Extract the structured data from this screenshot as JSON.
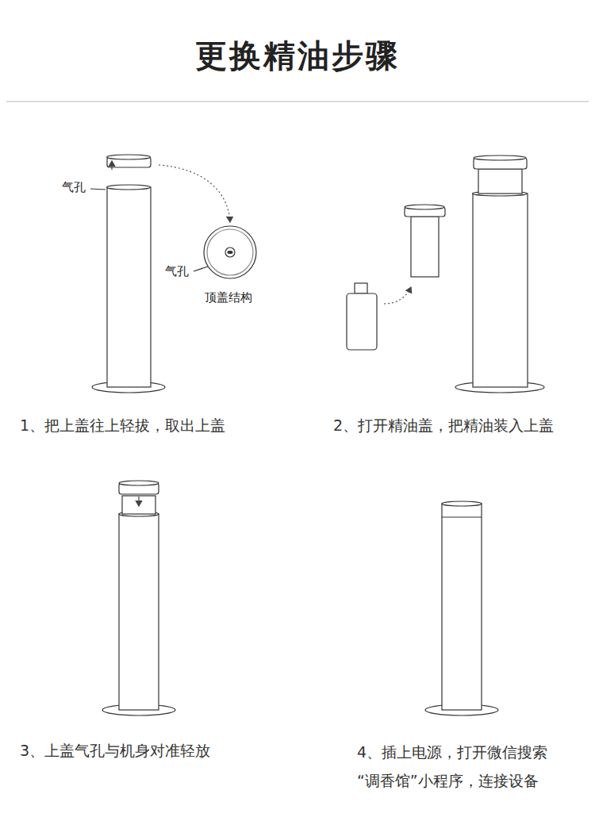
{
  "diagram": {
    "title": "更换精油步骤",
    "labels": [
      "气孔",
      "气孔",
      "顶盖结构",
      "1、把上盖往上轻拔，取出上盖",
      "2、打开精油盖，把精油装入上盖",
      "3、上盖气孔与机身对准轻放",
      "4、插上电源，打开微信搜索 “调香馆”小程序，连接设备"
    ]
  }
}
